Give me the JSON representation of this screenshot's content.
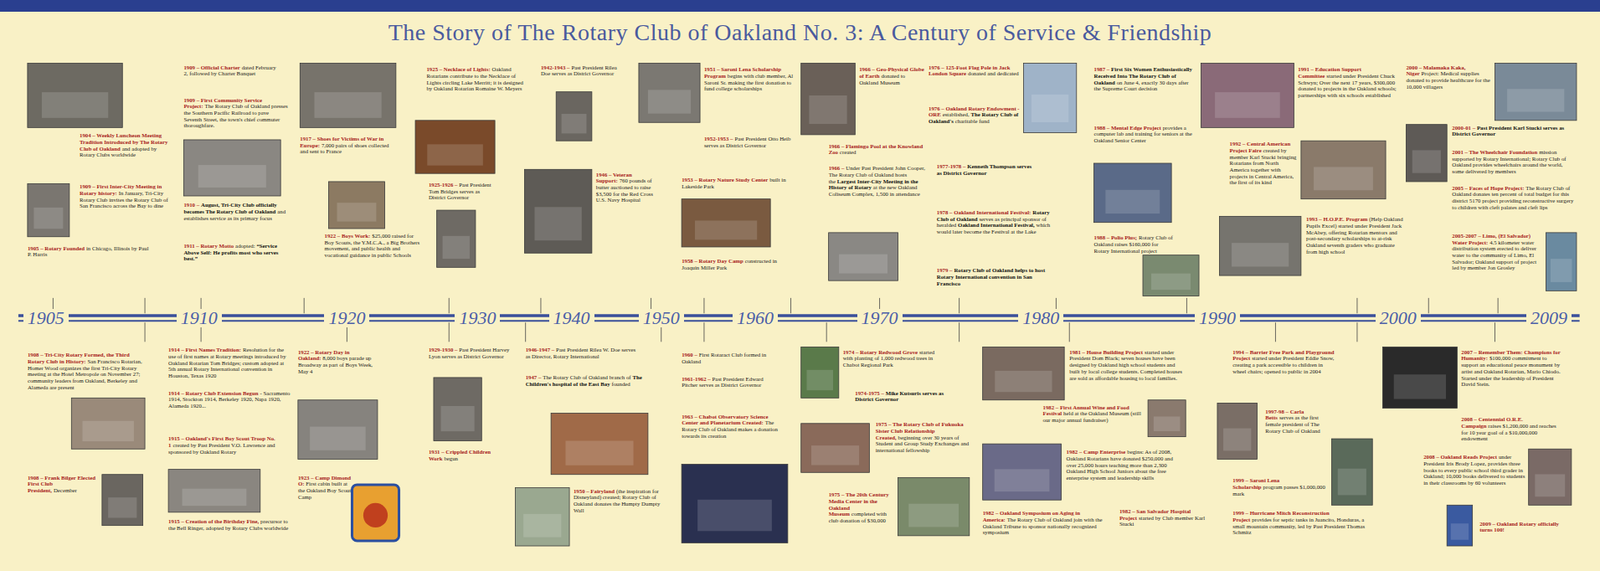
{
  "diagram": {
    "title": "The Story of The Rotary Club of Oakland No. 3: A Century of Service & Friendship",
    "labels": [
      "1905",
      "1910",
      "1920",
      "1930",
      "1940",
      "1950",
      "1960",
      "1970",
      "1980",
      "1990",
      "2000",
      "2009",
      "1904 – Weekly Luncheon Meeting Tradition Introduced by The Rotary Club of Oakland",
      "and adopted by Rotary Clubs worldwide",
      "1909 – First Inter-City Meeting in Rotary history:",
      "In January, Tri-City Rotary Club invites the Rotary Club of San Francisco across the Bay to dine",
      "1905 – Rotary Founded",
      "in Chicago, Illinois by Paul P. Harris",
      "1909 – Official Charter",
      "dated February 2, followed by Charter Banquet",
      "1909 – First Community Service Project:",
      "The Rotary Club of Oakland presses the Southern Pacific Railroad to pave Seventh Street, the town's chief commuter thoroughfare.",
      "1910 –",
      "August, Tri-City Club officially becomes The Rotary Club of Oakland",
      "and establishes service as its primary focus",
      "1911 – Rotary Motto",
      "adopted:",
      "“Service Above Self: He profits most who serves best.”",
      "1917 – Shoes for Victims of War in Europe:",
      "7,000 pairs of shoes collected and sent to France",
      "1922 – Boys Work:",
      "$25,000 raised for Boy Scouts, the Y.M.C.A., a Big Brothers movement, and public health and vocational guidance in public Schools",
      "1925 – Necklace of Lights:",
      "Oakland Rotarians contribute to the Necklace of Lights circling Lake Merritt; it is designed by Oakland Rotarian Romaine W. Meyers",
      "1925-1926 –",
      "Past President Tom Bridges serves as District Governor",
      "1942-1943 –",
      "Past President Rilea Doe serves as District Governor",
      "1946 – Veteran Support:",
      "760 pounds of butter auctioned to raise $3,500 for the Red Cross U.S. Navy Hospital",
      "1951 – Saroni Lena Scholarship Program",
      "begins with club member, Al Saroni Sr. making the first donation to fund college scholarships",
      "1952-1953 –",
      "Past President Otto Heib serves as District Governor",
      "1953 – Rotary Nature Study Center",
      "built in Lakeside Park",
      "1958 – Rotary Day Camp",
      "constructed in Joaquin Miller Park",
      "1966 – Geo-Physical Globe of Earth",
      "donated to Oakland Museum",
      "1966 – Flamingo Pool at the Knowland Zoo",
      "created",
      "1966 –",
      "Under Past President John Cooper, The Rotary Club of Oakland hosts the",
      "Largest Inter-City Meeting in the History of Rotary",
      "at the new Oakland Coliseum Complex, 1,500 in attendance",
      "1976 – 125-Foot Flag Pole in Jack London Square",
      "donated and dedicated",
      "1976 – Oakland Rotary Endowment - ORE",
      "established,",
      "The Rotary Club of Oakland's",
      "charitable fund",
      "1977-1978 –",
      "Kenneth Thompson serves as District Governor",
      "1978 – Oakland International Festival:",
      "Rotary Club of Oakland",
      "serves as principal sponsor of heralded",
      "Oakland International Festival,",
      "which would later become the Festival at the Lake",
      "1979 –",
      "Rotary Club of Oakland helps to host Rotary International convention in San Francisco",
      "1987 –",
      "First Six Women Enthusiastically Received Into The Rotary Club of Oakland",
      "on June 4, exactly 30 days after the Supreme Court decision",
      "1988 – Mental Edge Project",
      "provides a computer lab and training for seniors at the Oakland Senior Center",
      "1988 – Polio Plus;",
      "Rotary Club of Oakland raises $160,000 for Rotary International project",
      "1991 – Education Support Committee",
      "started under President Chuck Schwyn; Over the next 17 years, $300,000 donated to projects in the Oakland schools; partnerships with six schools established",
      "1992 – Central American Project Faire",
      "created by member Karl Stucki bringing Rotarians from North America together with projects in Central America, the first of its kind",
      "1993 – H.O.P.E. Program",
      "(Help Oakland Pupils Excel) started under President Jack McAbey, offering Rotarian mentors and post-secondary scholarships to at-risk Oakland seventh graders who graduate from high school",
      "2000 – Malamaka Kaka, Niger",
      "Project: Medical supplies donated to provide healthcare for the 10,000 villagers",
      "2000-01 –",
      "Past President Karl Stucki serves as District Governor",
      "2001 – The Wheelchair Foundation",
      "mission supported by Rotary International; Rotary Club of Oakland provides wheelchairs around the world, some delivered by members",
      "2005 – Faces of Hope Project:",
      "The Rotary Club of Oakland donates ten percent of total budget for this district 5170 project providing reconstructive surgery to children with cleft palates and cleft lips",
      "2005-2007 – Limo, (El Salvador) Water Project:",
      "4.5 kilometer water distribution system erected to deliver water to the community of Limo, El Salvador; Oakland support of project led by member Jon Grosley",
      "1908 – Tri-City Rotary Formed, the Third Rotary Club in History:",
      "San Francisco Rotarian, Homer Wood organizes the first Tri-City Rotary meeting at the Hotel Metropole on November 27; community leaders from Oakland, Berkeley and Alameda are present",
      "1908 – Frank Bilger Elected First Club President,",
      "December",
      "1914 – First Names Tradition:",
      "Resolution for the use of first names at Rotary meetings introduced by Oakland Rotarian Tom Bridges; custom adopted at 5th annual Rotary International convention in Houston, Texas 1920",
      "1914 – Rotary Club Extension Begun",
      "- Sacramento 1914, Stockton 1914, Berkeley 1920, Napa 1920, Alameda 1920...",
      "1915 – Oakland's First Boy Scout Troop No. 1",
      "created by Past President V.O. Lawrence and sponsored by Oakland Rotary",
      "1915 – Creation of the Birthday Fine,",
      "precursor to the Bell Ringer, adopted by Rotary Clubs worldwide",
      "1922 – Rotary Day in Oakland:",
      "8,000 boys parade up Broadway as part of Boys Week, May 4",
      "1923 – Camp Dimond O:",
      "First cabin built at the Oakland Boy Scout Camp",
      "1929-1930 –",
      "Past President Harvey Lyon serves as District Governor",
      "1931 – Crippled Children Work",
      "begun",
      "1946-1947 –",
      "Past President Rilea W. Doe serves as Director, Rotary International",
      "1947 –",
      "The Rotary Club of Oakland branch of",
      "The Children's hospital of the East Bay",
      "founded",
      "1950 – Fairyland",
      "(the inspiration for Disneyland) created; Rotary Club of Oakland donates the Humpty Dumpty Wall",
      "1960 –",
      "First Rotaract Club formed in Oakland",
      "1961-1962 –",
      "Past President Edward Pitcher serves as District Governor",
      "1963 – Chabot Observatory Science Center and Planetarium Created:",
      "The Rotary Club of Oakland makes a donation towards its creation",
      "1974 – Rotary Redwood Grove",
      "started with planting of 1,000 redwood trees in Chabot Regional Park",
      "1974-1975 –",
      "Mike Kutsuris serves as District Governor",
      "1975 – The Rotary Club of Fukuoka Sister Club Relationship Created,",
      "beginning over 30 years of Student and Group Study Exchanges and international fellowship",
      "1975 – The 20th Century Media Center in the Oakland Museum",
      "completed with club donation of $30,000",
      "1981 – House Building Project",
      "started under President Dom Black; seven houses have been designed by Oakland high school students and built by local college students. Completed houses are sold as affordable housing to local families.",
      "1982 – First Annual Wine and Food Festival",
      "held at the Oakland Museum (still our major annual fundraiser)",
      "1982 – Camp Enterprise",
      "begins: As of 2008, Oakland Rotarians have donated $250,000 and over 25,000 hours teaching more than 2,300 Oakland High School Juniors about the free enterprise system and leadership skills",
      "1982 – Oakland Symposium on Aging in America:",
      "The Rotary Club of Oakland join with the Oakland Tribune to sponsor nationally recognized symposium",
      "1982 – San Salvador Hospital Project",
      "started by Club member Karl Stucki",
      "1994 – Barrier Free Park and Playground Project",
      "started under President Eddie Snow, creating a park accessible to children in wheel chairs; opened to public in 2004",
      "1997-98 – Carla Betts",
      "serves as the first female president of The Rotary Club of Oakland",
      "1999 – Saroni Lena Scholarship",
      "program passes $1,000,000 mark",
      "1999 – Hurricane Mitch Reconstruction Project",
      "provides for septic tanks in Juancito, Honduras, a small mountain community, led by Past President Thomas Schmitz",
      "2007 – Remember Them: Champions for Humanity:",
      "$100,000 commitment to support an educational peace monument by artist and Oakland Rotarian, Mario Chiodo. Started under the leadership of President David Stein.",
      "2008 – Centennial O.R.E. Campaign",
      "raises $1,200,000 and reaches for 10 year goal of a $10,000,000 endowment",
      "2008 – Oakland Reads Project",
      "under President Iris Brody Lopez, provides three books to every public school third grader in Oakland; 10,000 books delivered to students in their classrooms by 60 volunteers",
      "2009 – Oakland Rotary officially turns 100!"
    ]
  }
}
